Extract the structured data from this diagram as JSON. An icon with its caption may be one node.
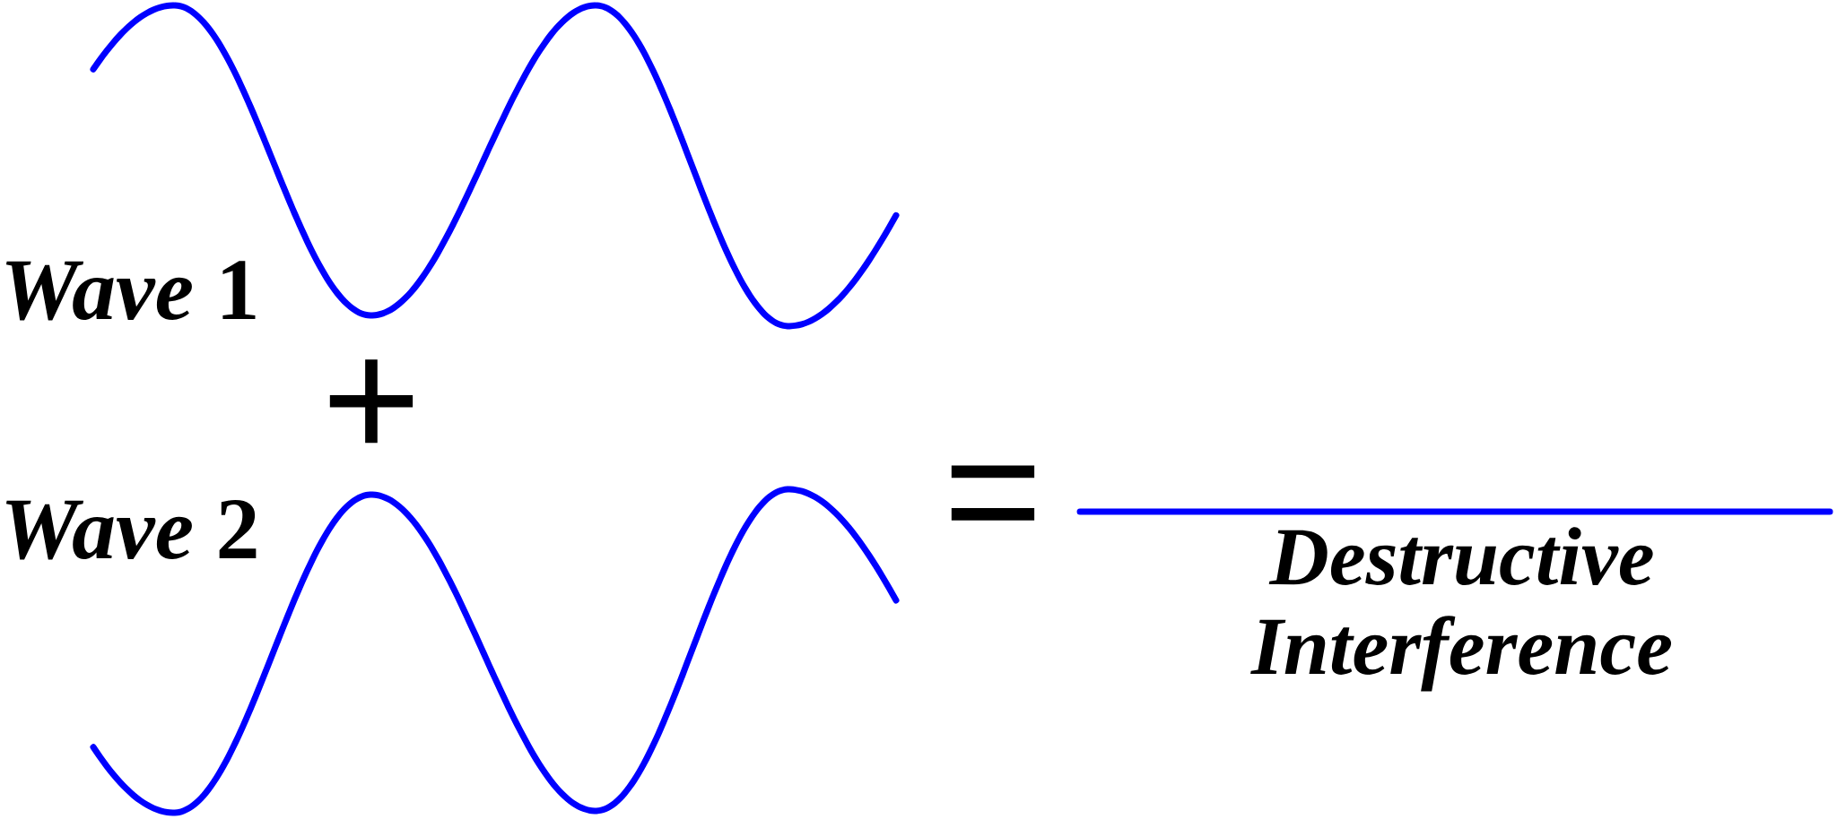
{
  "diagram": {
    "labels": [
      "*Wave* 1",
      "+",
      "=",
      "*Wave* 2",
      "Destructive Interference"
    ]
  }
}
